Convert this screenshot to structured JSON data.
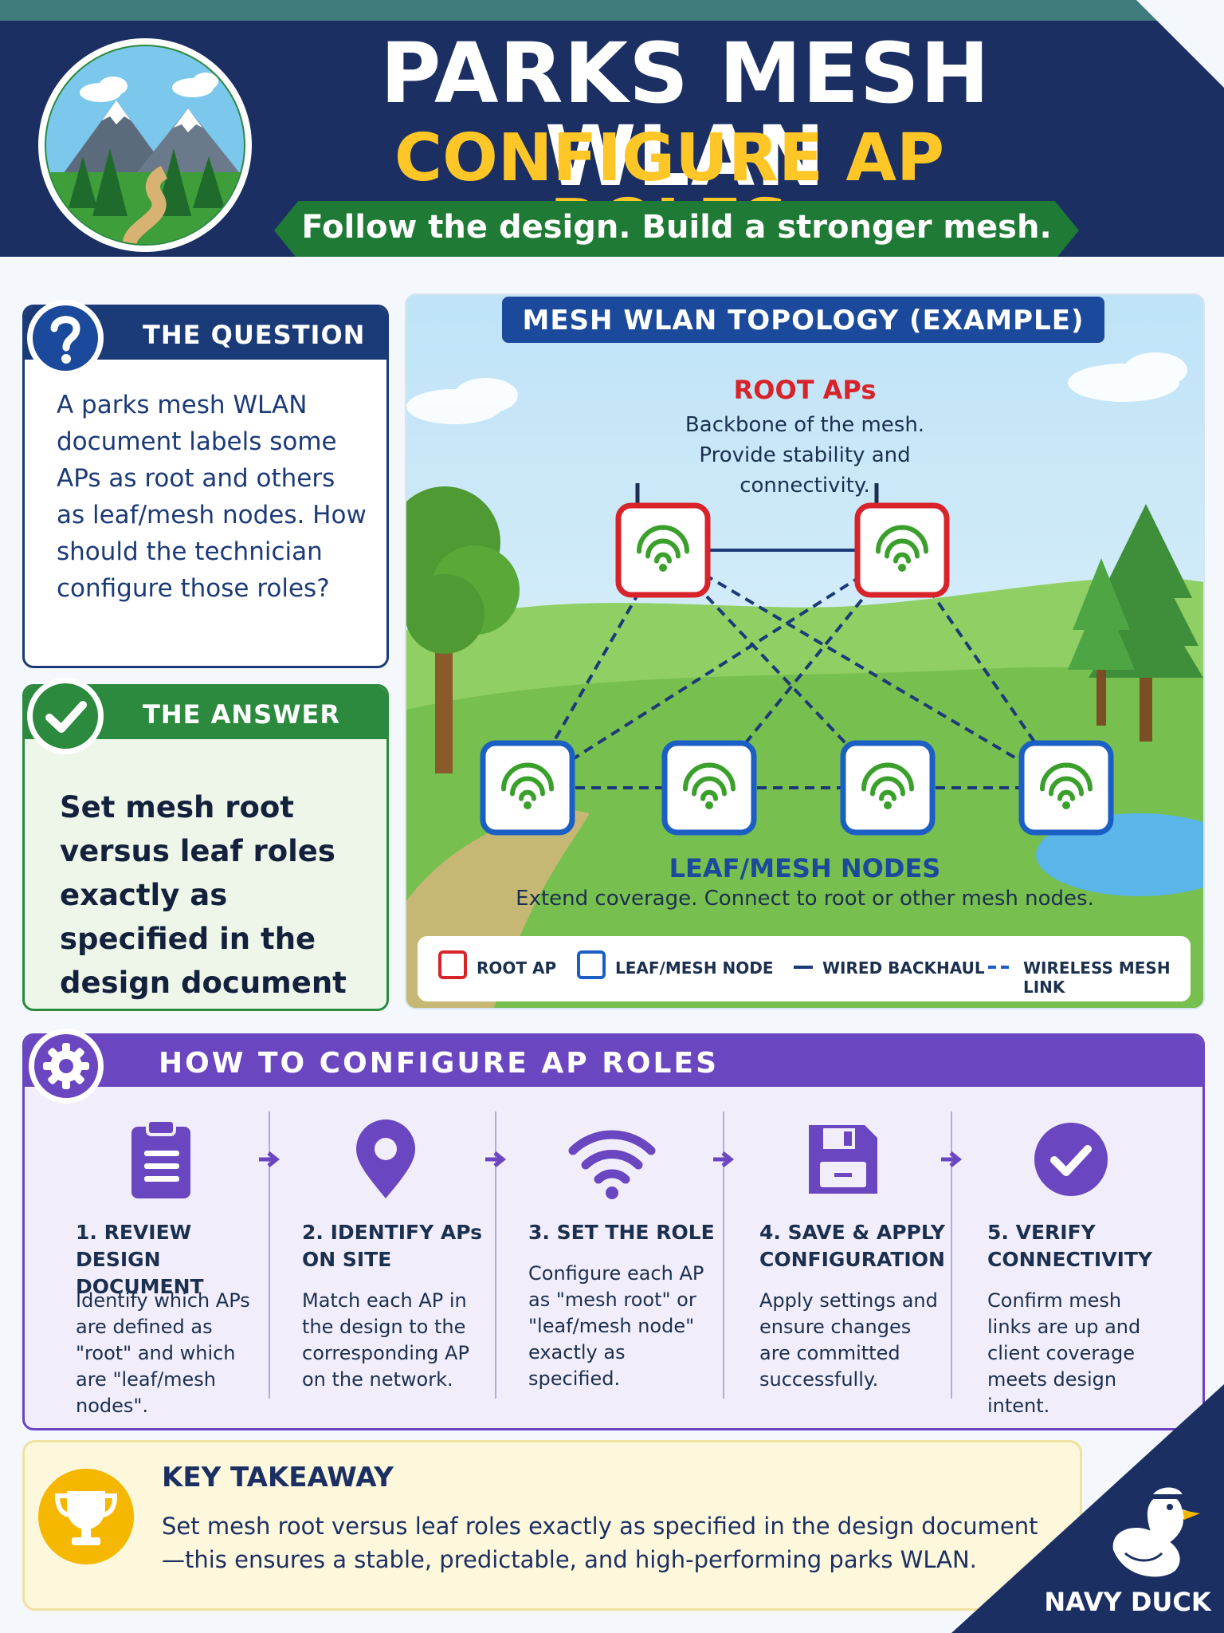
{
  "header": {
    "title_line1": "PARKS MESH WLAN",
    "title_line2": "CONFIGURE AP ROLES",
    "tagline": "Follow the design. Build a stronger mesh."
  },
  "question": {
    "heading": "THE QUESTION",
    "text": "A parks mesh WLAN document labels some APs as root and others as leaf/mesh nodes. How should the technician configure those roles?"
  },
  "answer": {
    "heading": "THE ANSWER",
    "text": "Set mesh root versus leaf roles exactly as specified in the design document"
  },
  "topology": {
    "title": "MESH WLAN TOPOLOGY (EXAMPLE)",
    "root_title": "ROOT APs",
    "root_desc": "Backbone of the mesh. Provide stability and connectivity.",
    "leaf_title": "LEAF/MESH NODES",
    "leaf_desc": "Extend coverage. Connect to root or other mesh nodes.",
    "legend": {
      "root": "ROOT AP",
      "leaf": "LEAF/MESH NODE",
      "wired": "WIRED BACKHAUL",
      "wireless": "WIRELESS MESH LINK"
    },
    "colors": {
      "root": "#d8232a",
      "leaf": "#1b5fc4",
      "wifi": "#3aa02b",
      "link": "#1b3a78"
    }
  },
  "howto": {
    "heading": "HOW TO CONFIGURE AP ROLES",
    "steps": [
      {
        "icon": "clipboard-icon",
        "title": "1. REVIEW DESIGN DOCUMENT",
        "desc": "Identify which APs are defined as \"root\" and which are \"leaf/mesh nodes\"."
      },
      {
        "icon": "location-pin-icon",
        "title": "2. IDENTIFY APs ON SITE",
        "desc": "Match each AP in the design to the corresponding AP on the network."
      },
      {
        "icon": "wifi-icon",
        "title": "3. SET THE ROLE",
        "desc": "Configure each AP as \"mesh root\" or \"leaf/mesh node\" exactly as specified."
      },
      {
        "icon": "floppy-disk-icon",
        "title": "4. SAVE & APPLY CONFIGURATION",
        "desc": "Apply settings and ensure changes are committed successfully."
      },
      {
        "icon": "check-circle-icon",
        "title": "5. VERIFY CONNECTIVITY",
        "desc": "Confirm mesh links are up and client coverage meets design intent."
      }
    ]
  },
  "takeaway": {
    "heading": "KEY TAKEAWAY",
    "text": "Set mesh root versus leaf roles exactly as specified in the design document—this ensures a stable, predictable, and high-performing parks WLAN."
  },
  "brand": {
    "name": "NAVY DUCK"
  }
}
